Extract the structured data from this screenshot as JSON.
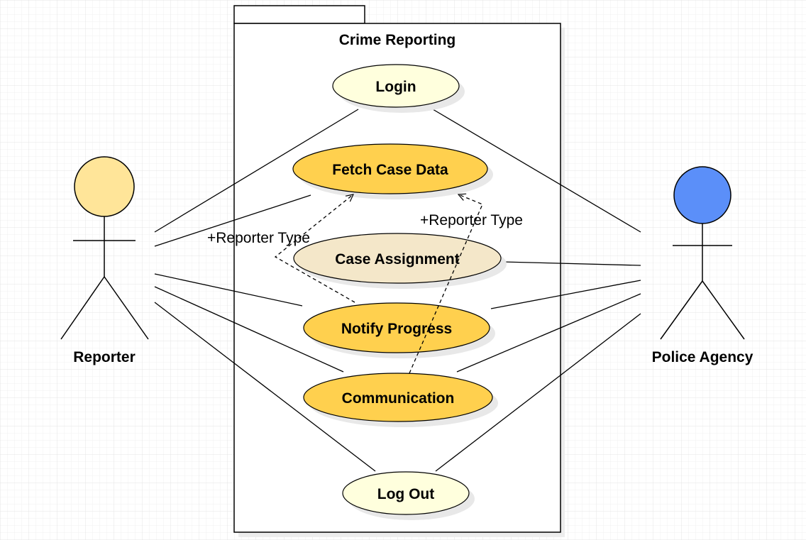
{
  "package": {
    "title": "Crime Reporting"
  },
  "actors": {
    "reporter": {
      "name": "Reporter",
      "head_color": "#FFE599"
    },
    "police": {
      "name": "Police Agency",
      "head_color": "#5B8FF9"
    }
  },
  "use_cases": {
    "login": {
      "label": "Login",
      "fill": "#FFFFDD"
    },
    "fetch": {
      "label": "Fetch Case Data",
      "fill": "#FFD04E"
    },
    "assign": {
      "label": "Case Assignment",
      "fill": "#F4E7C9"
    },
    "notify": {
      "label": "Notify Progress",
      "fill": "#FFD04E"
    },
    "comm": {
      "label": "Communication",
      "fill": "#FFD04E"
    },
    "logout": {
      "label": "Log Out",
      "fill": "#FFFFDD"
    }
  },
  "dependencies": {
    "notify_to_fetch": "+Reporter Type",
    "comm_to_fetch": "+Reporter Type"
  },
  "colors": {
    "grid": "#EEEEEE",
    "stroke": "#000000",
    "shadow": "#E6E6E6"
  }
}
